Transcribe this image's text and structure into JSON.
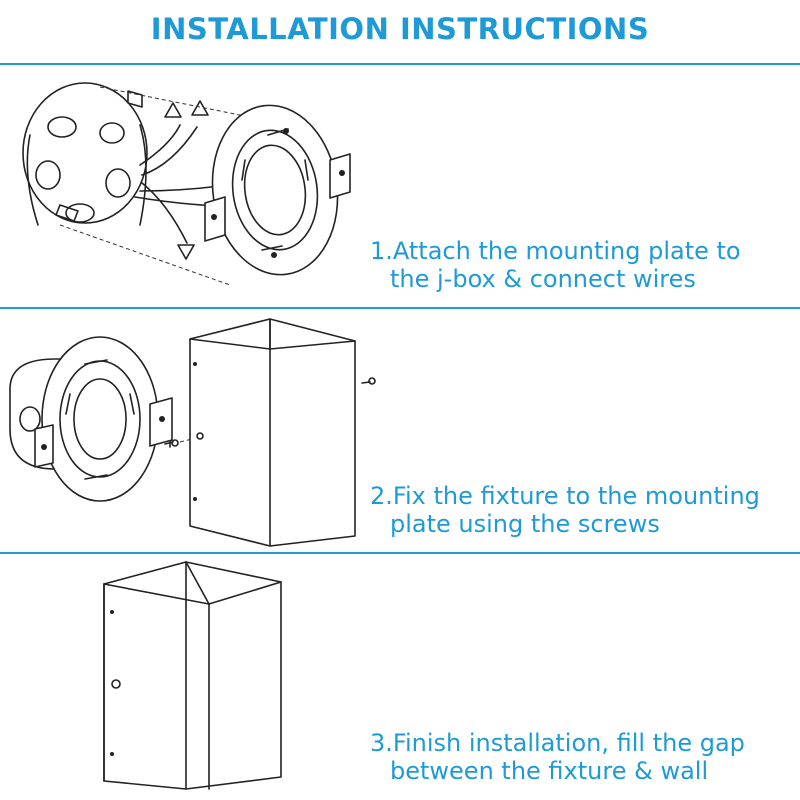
{
  "title": "INSTALLATION INSTRUCTIONS",
  "accent_color": "#1e9ad6",
  "steps": [
    {
      "line1": "1.Attach the mounting plate to",
      "line2": "the j-box & connect wires"
    },
    {
      "line1": "2.Fix the fixture to the mounting",
      "line2": "plate using the screws"
    },
    {
      "line1": "3.Finish installation, fill the gap",
      "line2": "between the fixture & wall"
    }
  ]
}
